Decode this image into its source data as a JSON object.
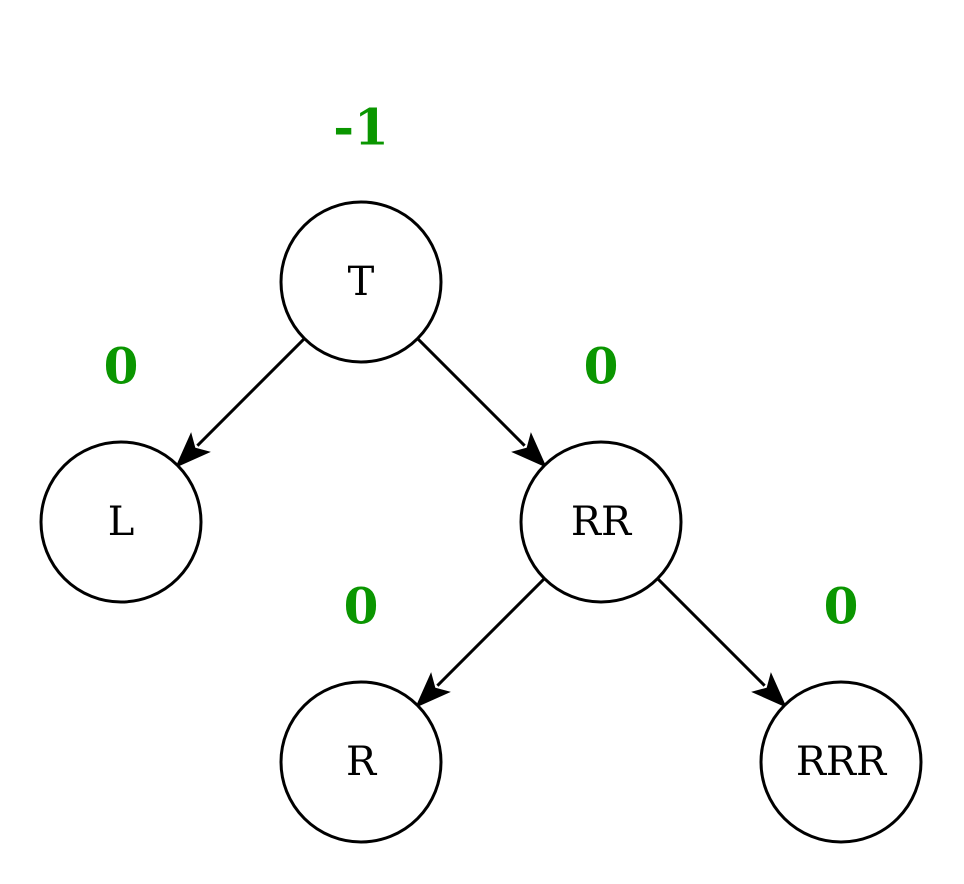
{
  "colors": {
    "balance": "#0a9600",
    "stroke": "#000000",
    "background": "#ffffff"
  },
  "nodes": [
    {
      "id": "T",
      "label": "T",
      "balance": "-1"
    },
    {
      "id": "L",
      "label": "L",
      "balance": "0"
    },
    {
      "id": "RR",
      "label": "RR",
      "balance": "0"
    },
    {
      "id": "R",
      "label": "R",
      "balance": "0"
    },
    {
      "id": "RRR",
      "label": "RRR",
      "balance": "0"
    }
  ],
  "edges": [
    {
      "from": "T",
      "to": "L"
    },
    {
      "from": "T",
      "to": "RR"
    },
    {
      "from": "RR",
      "to": "R"
    },
    {
      "from": "RR",
      "to": "RRR"
    }
  ]
}
